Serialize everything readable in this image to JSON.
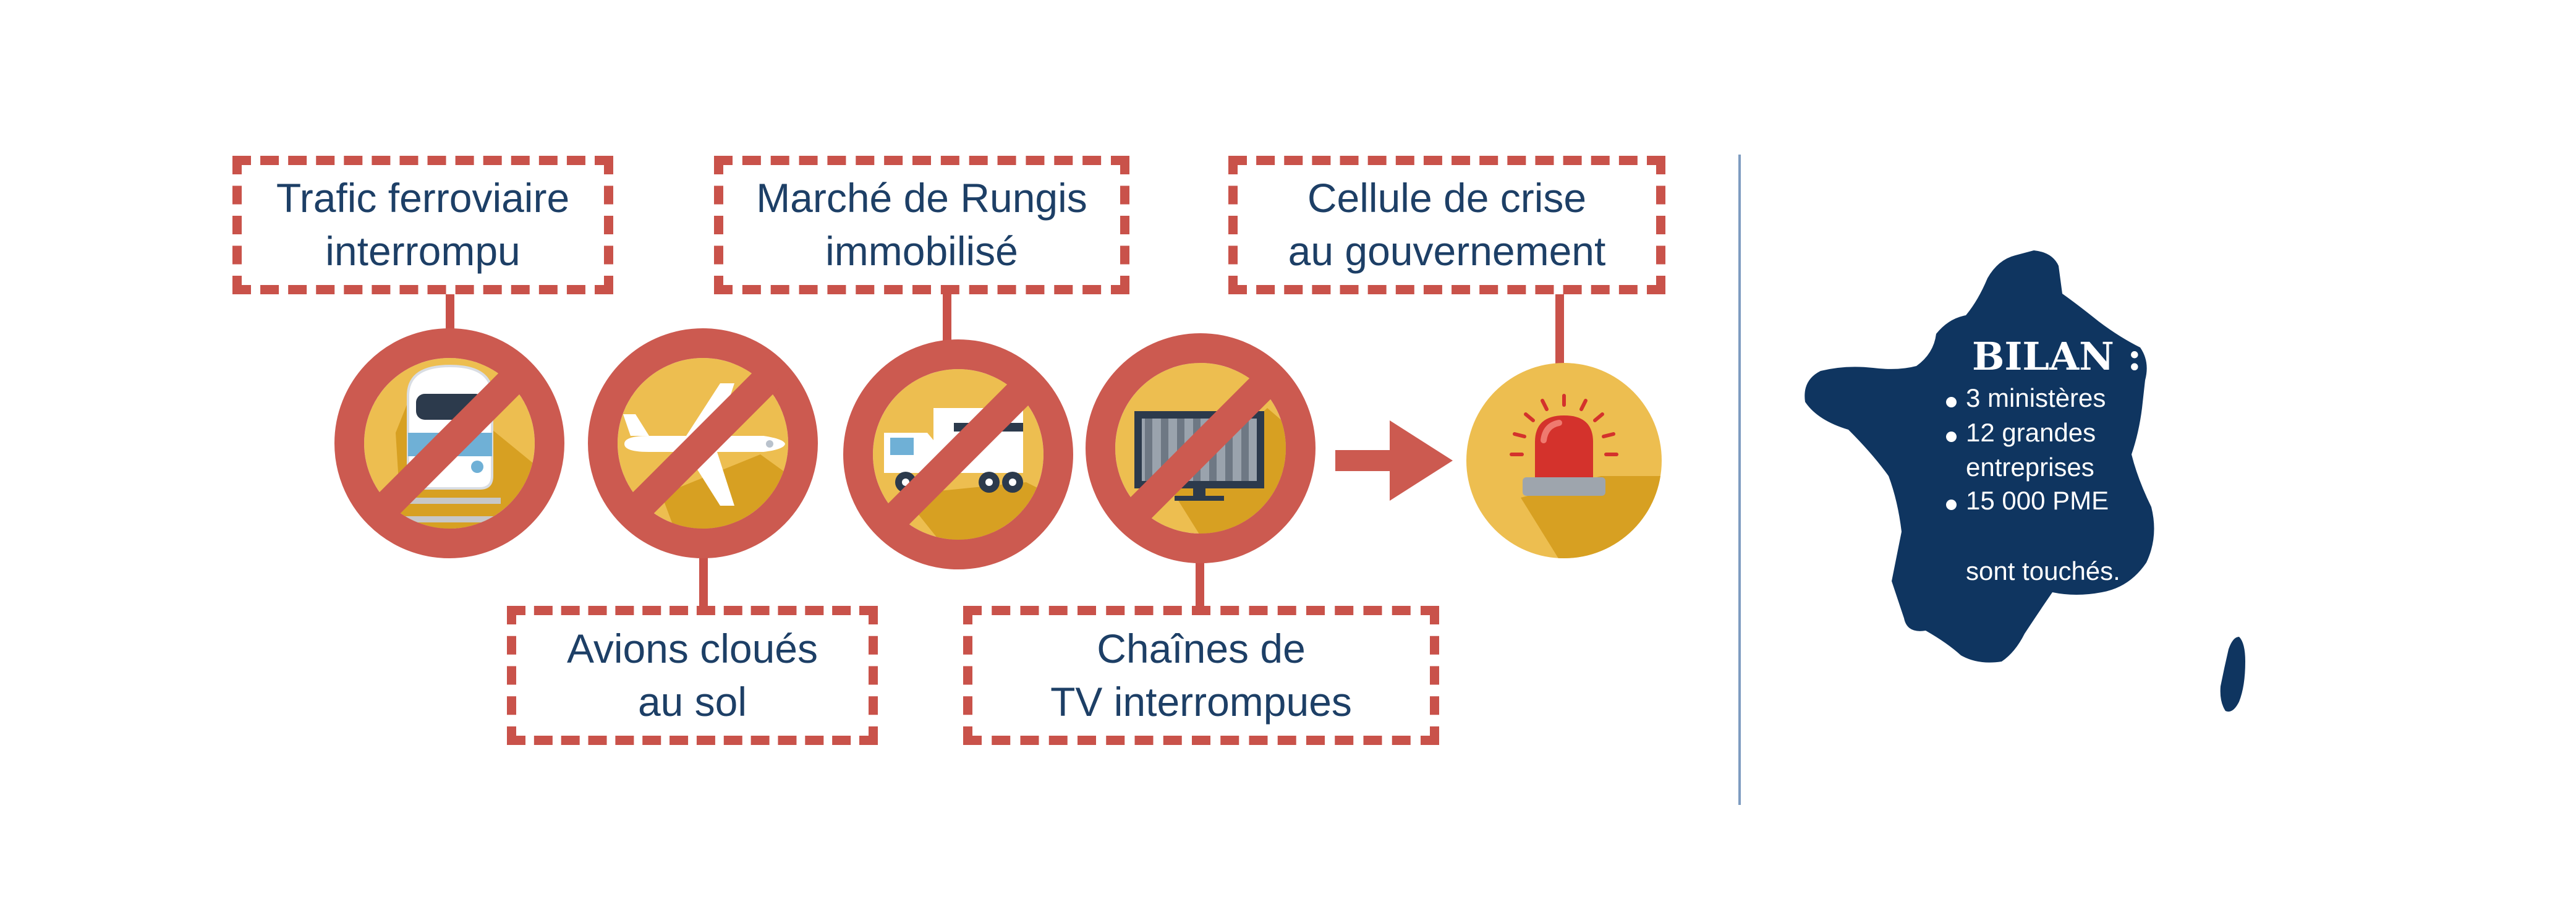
{
  "labels": {
    "train": [
      "Trafic ferroviaire",
      "interrompu"
    ],
    "rungis": [
      "Marché de Rungis",
      "immobilisé"
    ],
    "crisis": [
      "Cellule de crise",
      "au gouvernement"
    ],
    "planes": [
      "Avions cloués",
      "au sol"
    ],
    "tv": [
      "Chaînes de",
      "TV interrompues"
    ]
  },
  "bilan": {
    "title": "BILAN :",
    "items": [
      "3 ministères",
      "12 grandes",
      "entreprises",
      "15 000 PME"
    ],
    "footer": "sont touchés."
  },
  "icons": [
    "train-icon",
    "plane-icon",
    "truck-icon",
    "tv-icon",
    "siren-icon",
    "arrow-icon",
    "france-map-icon"
  ],
  "colors": {
    "prohibition_red": "#cc5a50",
    "dashed_border": "#c9524a",
    "icon_yellow": "#edbe50",
    "icon_shadow": "#d7a022",
    "text_navy": "#1d3f66",
    "map_navy": "#0f3560",
    "divider_blue": "#7e9cc0"
  }
}
